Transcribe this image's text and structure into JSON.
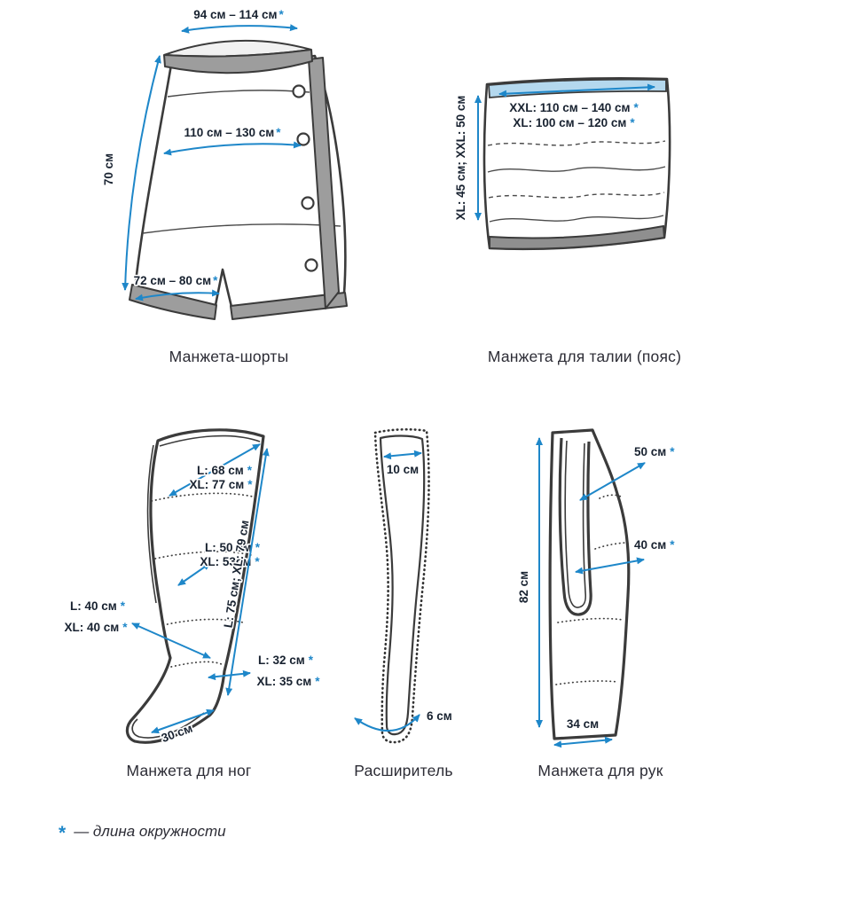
{
  "page": {
    "background": "#ffffff",
    "accent_blue": "#1e87c9",
    "outline_dark": "#3b3b3b",
    "band_gray": "#9d9d9d",
    "flap_light_blue": "#b4d8ee",
    "asterisk": "*"
  },
  "footnote": {
    "marker": "*",
    "label": "— длина окружности"
  },
  "shorts": {
    "caption": "Манжета-шорты",
    "meas": {
      "waist": "94 см – 114 см",
      "height": "70 см",
      "hips": "110 см  –  130 см",
      "leg": "72 см – 80 см"
    }
  },
  "belt": {
    "caption": "Манжета для талии (пояс)",
    "meas": {
      "xxl_girth": "XXL: 110 см – 140 см",
      "xl_girth": "XL: 100 см – 120 см",
      "height": "XL: 45 см; XXL: 50 см"
    }
  },
  "leg_cuff": {
    "caption": "Манжета для ног",
    "meas": {
      "thigh_l": "L: 68 см",
      "thigh_xl": "XL: 77 см",
      "knee_l": "L: 50 см",
      "knee_xl": "XL: 53см",
      "calf_l": "L: 40 см",
      "calf_xl": "XL: 40 см",
      "ankle_l": "L: 32 см",
      "ankle_xl": "XL: 35 см",
      "length": "L: 75 см; XL: 79 см",
      "foot": "30 см"
    }
  },
  "expander": {
    "caption": "Расширитель",
    "meas": {
      "top_width": "10 см",
      "bottom_width": "6 см"
    }
  },
  "arm_cuff": {
    "caption": "Манжета для рук",
    "meas": {
      "shoulder": "50 см",
      "forearm": "40 см",
      "length": "82 см",
      "wrist": "34 см"
    }
  }
}
